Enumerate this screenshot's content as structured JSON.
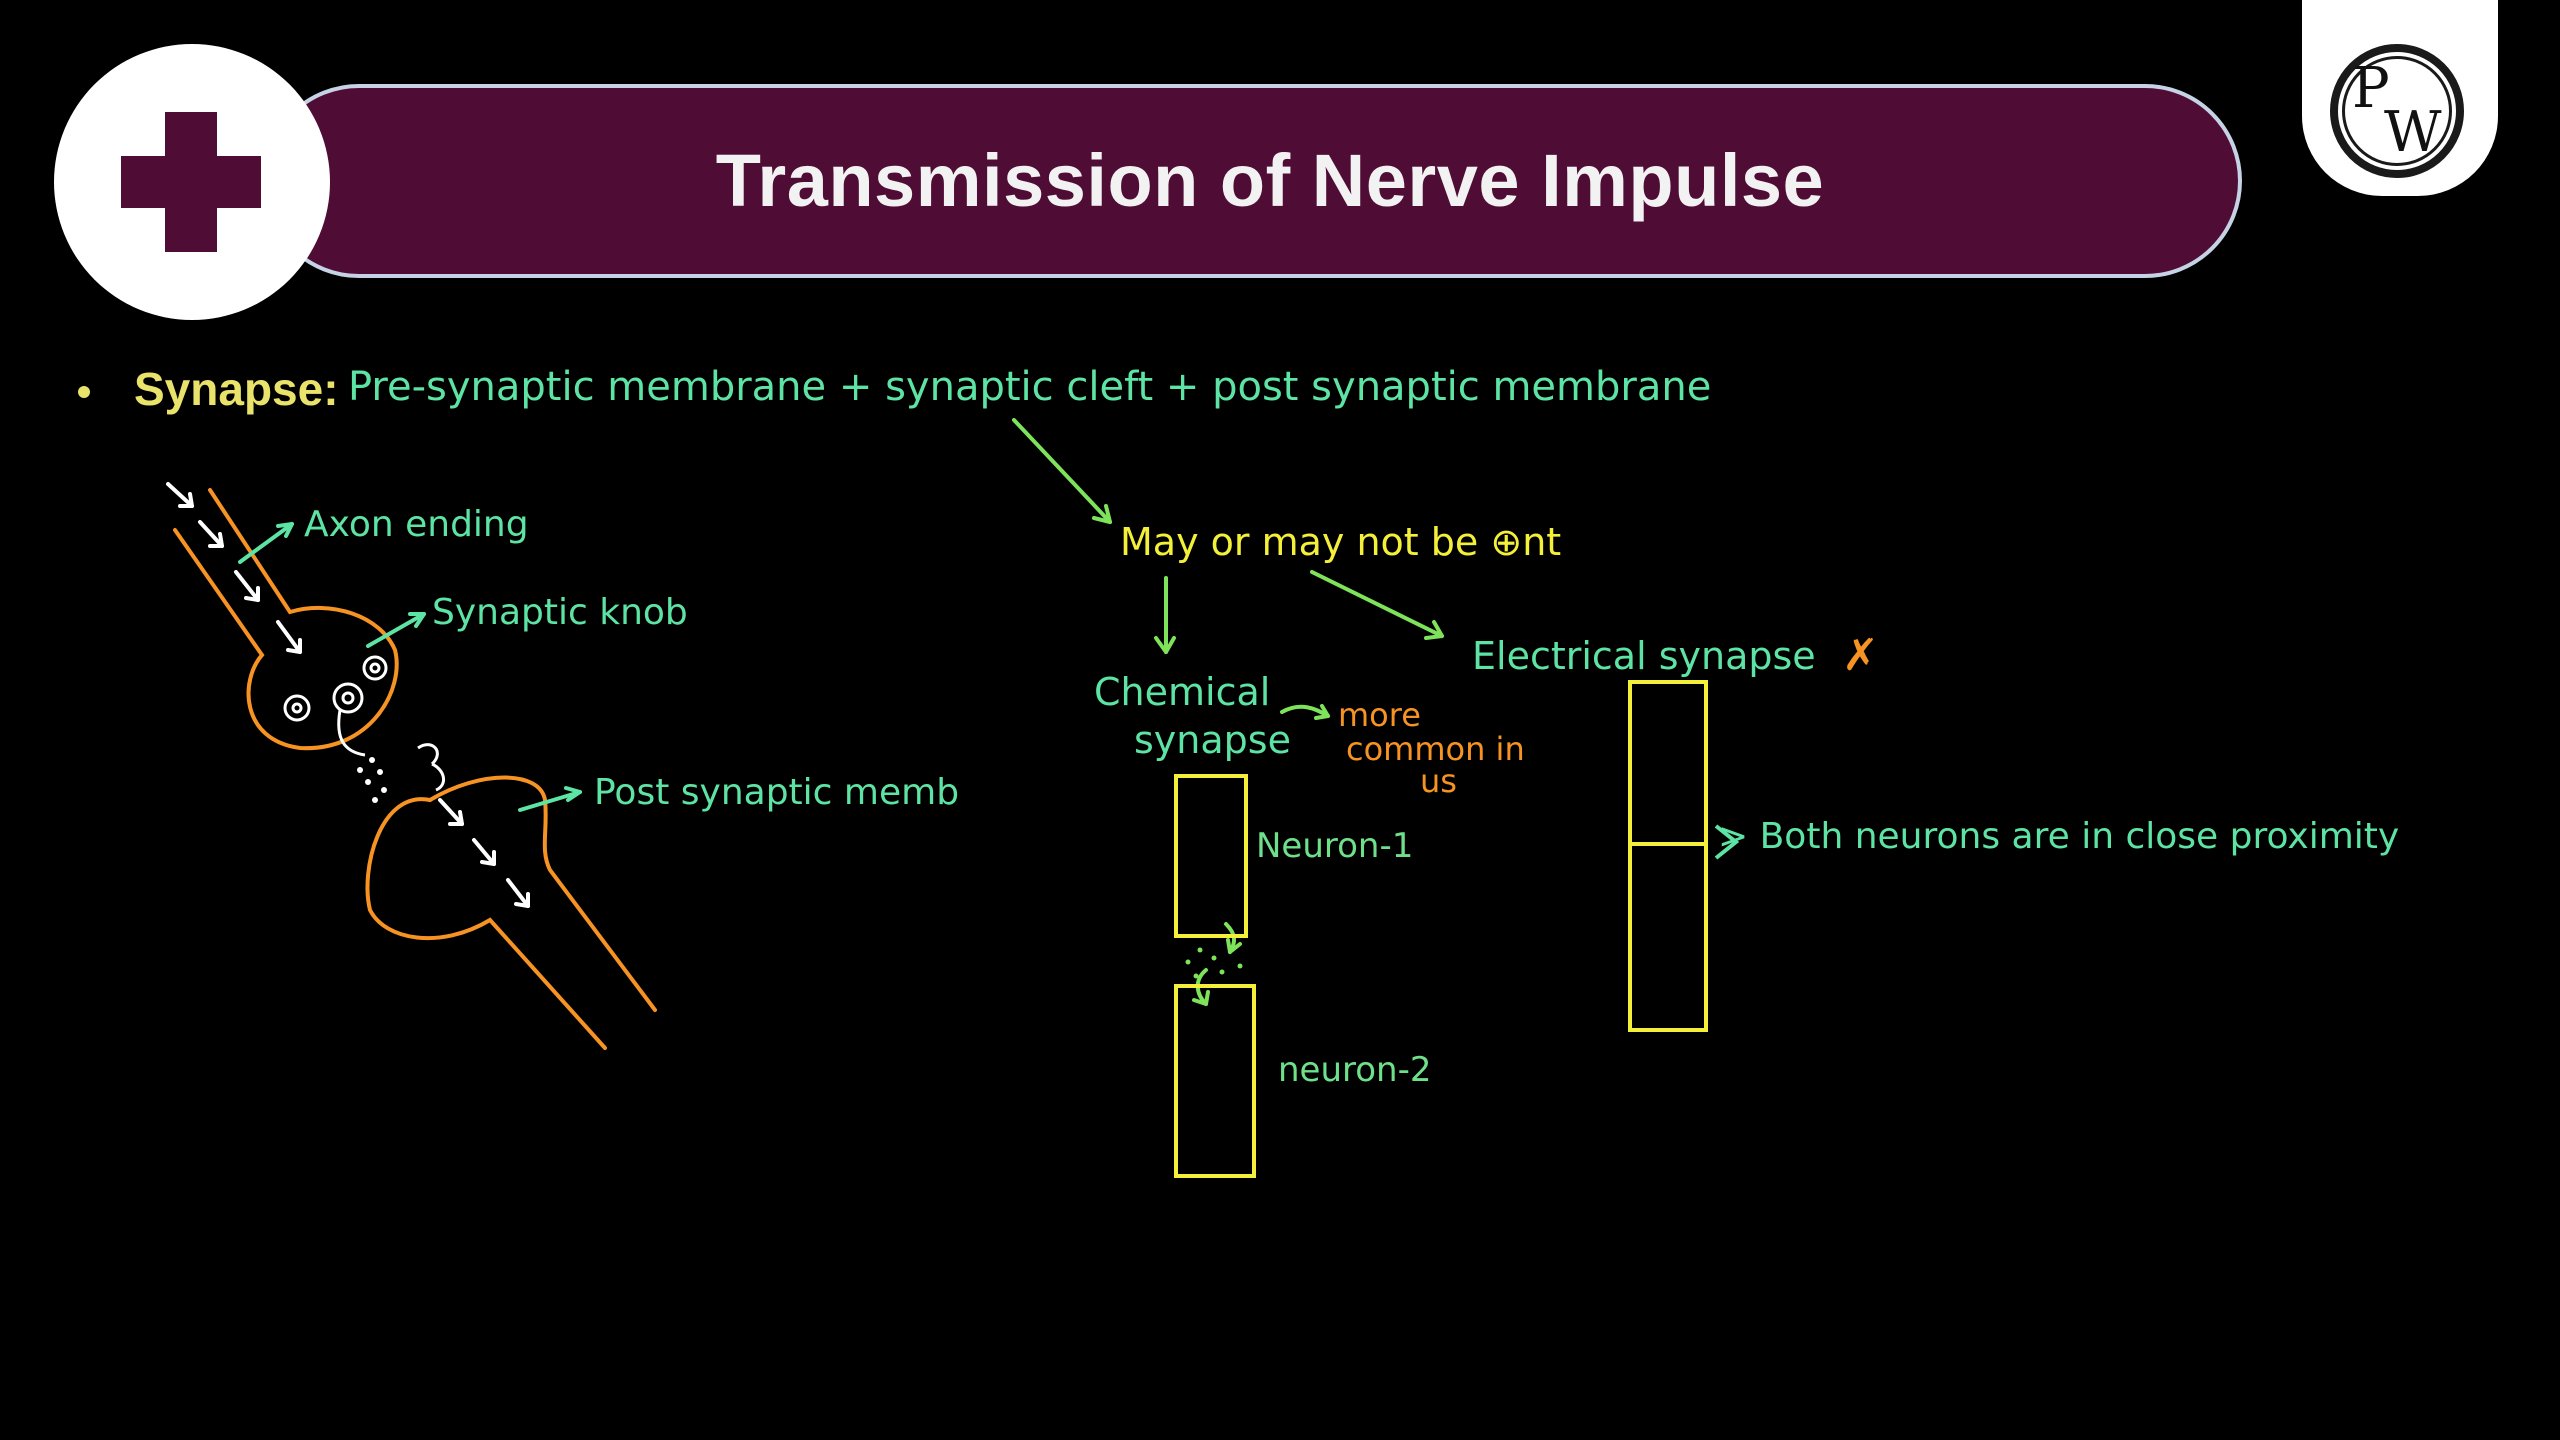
{
  "slide": {
    "title": "Transmission of Nerve Impulse",
    "logo": {
      "letter_p": "P",
      "letter_w": "W"
    },
    "bullet": {
      "label": "Synapse:",
      "definition": "Pre-synaptic membrane + synaptic cleft + post synaptic membrane"
    }
  },
  "diagram": {
    "axon_ending": "Axon ending",
    "synaptic_knob": "Synaptic knob",
    "post_synaptic": "Post synaptic memb"
  },
  "notes": {
    "cleft_note": "May or may not be ⊕nt",
    "chemical_synapse_line1": "Chemical",
    "chemical_synapse_line2": "synapse",
    "more_common_line1": "more",
    "more_common_line2": "common in",
    "more_common_line3": "us",
    "electrical_synapse": "Electrical synapse",
    "cross_mark": "✗",
    "neuron_1": "Neuron-1",
    "neuron_2": "neuron-2",
    "close_proximity": "> Both neurons are in close proximity"
  },
  "colors": {
    "banner": "#4f0d35",
    "banner_border": "#c6d3e6",
    "bullet": "#e9e36b",
    "handwriting_green": "#5de3a3",
    "handwriting_yellow": "#f4f03a",
    "handwriting_orange": "#f79322",
    "boxes": "#f4f03a"
  }
}
